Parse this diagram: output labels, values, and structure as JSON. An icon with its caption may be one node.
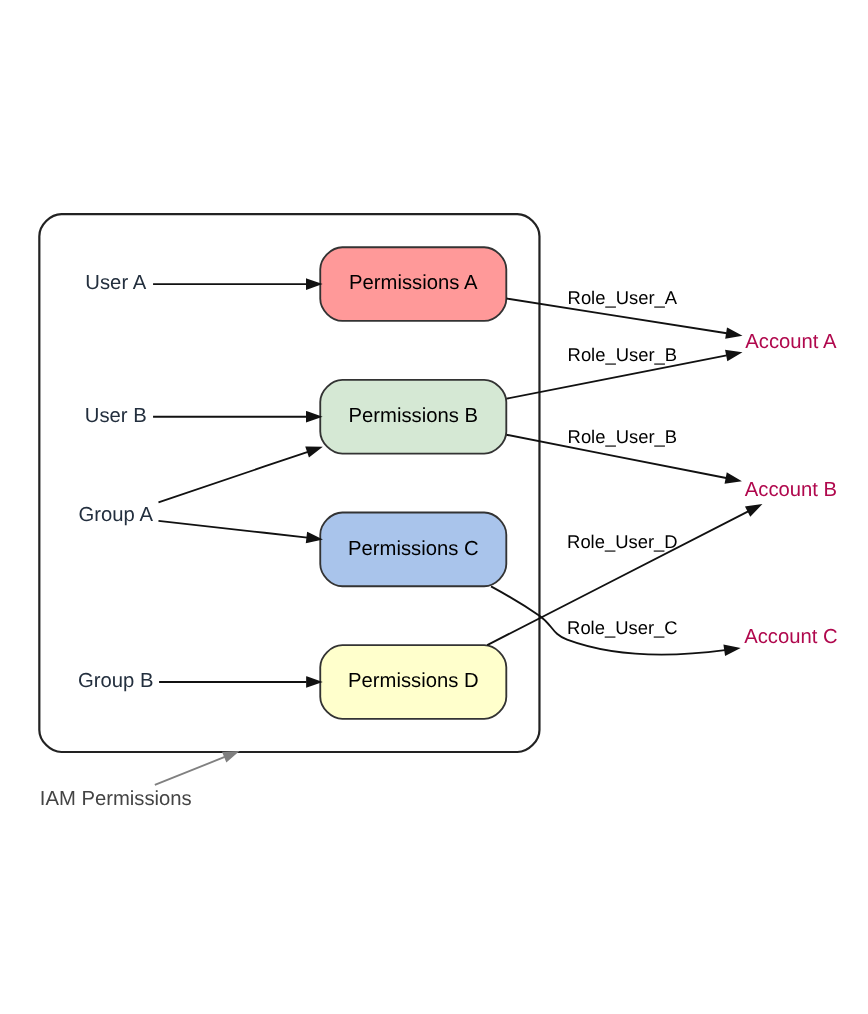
{
  "diagram": {
    "nodes": [
      {
        "text": [],
        "shape": "box"
      },
      {
        "text": [
          "User A"
        ],
        "in": 0
      },
      {
        "text": [
          "Permissions A"
        ],
        "in": 0
      },
      {
        "text": [
          "User B"
        ],
        "in": 0
      },
      {
        "text": [
          "Permissions B"
        ],
        "in": 0
      },
      {
        "text": [
          "Group A"
        ],
        "in": 0
      },
      {
        "text": [
          "Permissions C"
        ],
        "in": 0
      },
      {
        "text": [
          "Group B"
        ],
        "in": 0
      },
      {
        "text": [
          "Permissions D"
        ],
        "in": 0
      },
      {
        "text": [
          "Account A"
        ]
      },
      {
        "text": [
          "Account B"
        ]
      },
      {
        "text": [
          "Account C"
        ]
      },
      {
        "text": [
          "IAM Permissions"
        ]
      }
    ],
    "edges": [
      {
        "from": 1,
        "to": 2,
        "arrow": "to"
      },
      {
        "from": 3,
        "to": 4,
        "arrow": "to"
      },
      {
        "from": 5,
        "to": 4,
        "arrow": "to"
      },
      {
        "from": 5,
        "to": 6,
        "arrow": "to"
      },
      {
        "from": 7,
        "to": 8,
        "arrow": "to"
      },
      {
        "from": 2,
        "to": 9,
        "label": "Role_User_A",
        "arrow": "to"
      },
      {
        "from": 4,
        "to": 9,
        "label": "Role_User_B",
        "arrow": "to"
      },
      {
        "from": 4,
        "to": 10,
        "label": "Role_User_B",
        "arrow": "to"
      },
      {
        "from": 6,
        "to": 11,
        "label": "Role_User_C",
        "arrow": "to"
      },
      {
        "from": 8,
        "to": 10,
        "label": "Role_User_D",
        "arrow": "to"
      },
      {
        "from": 12,
        "to": 0,
        "arrow": "to",
        "color": "#808080"
      }
    ]
  }
}
